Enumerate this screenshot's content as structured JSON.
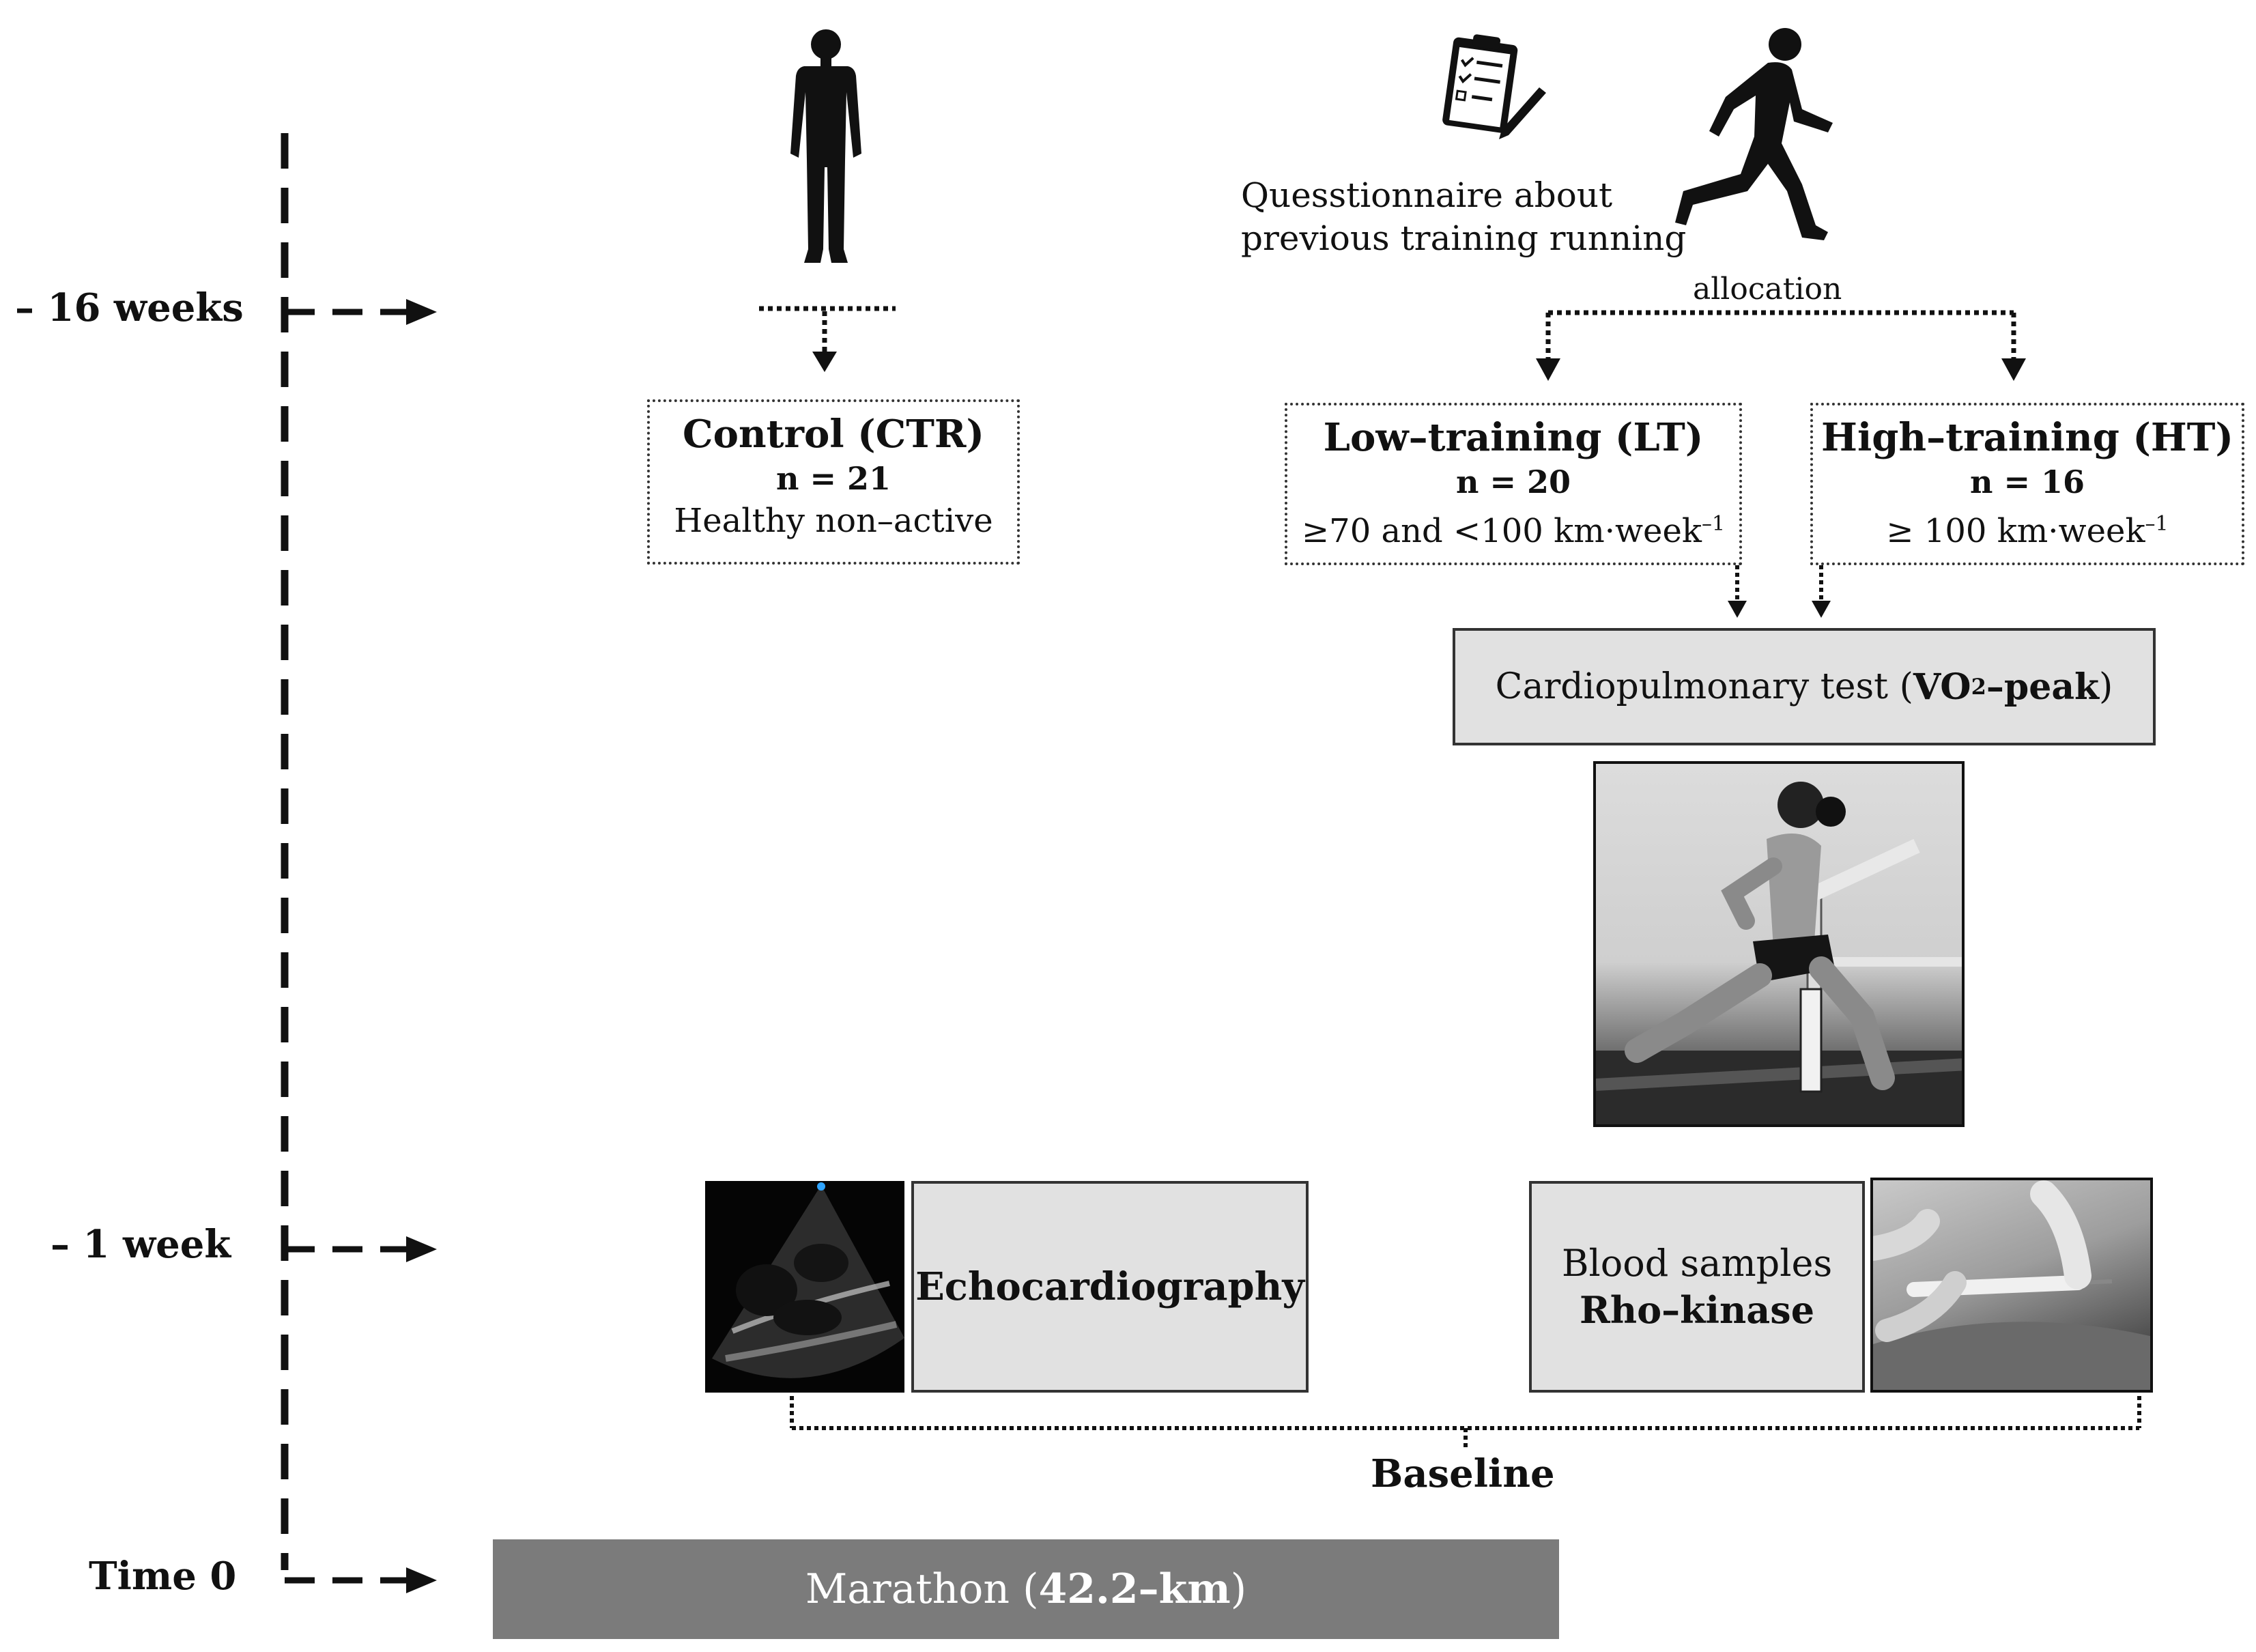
{
  "timeline": {
    "marks": [
      {
        "label": "– 16 weeks"
      },
      {
        "label": "– 1 week"
      },
      {
        "label": "Time 0"
      }
    ]
  },
  "intro": {
    "questionnaire_line1": "Quesstionnaire about",
    "questionnaire_line2": "previous training running",
    "allocation": "allocation"
  },
  "groups": {
    "control": {
      "title": "Control (CTR)",
      "n": "n = 21",
      "desc": "Healthy non–active"
    },
    "low": {
      "title": "Low–training (LT)",
      "n": "n = 20",
      "desc": "≥70 and <100 km·week",
      "sup": "–1"
    },
    "high": {
      "title": "High–training (HT)",
      "n": "n = 16",
      "desc": "≥ 100 km·week",
      "sup": "–1"
    }
  },
  "tests": {
    "cardio": {
      "prefix": "Cardiopulmonary test (",
      "bold_a": "VO",
      "sub": "2",
      "bold_b": "–peak",
      "suffix": ")"
    },
    "echo": "Echocardiography",
    "blood_line1": "Blood  samples",
    "blood_line2": "Rho–kinase",
    "baseline": "Baseline"
  },
  "marathon": {
    "prefix": "Marathon (",
    "bold": "42.2–km",
    "suffix": ")"
  },
  "colors": {
    "line": "#111111",
    "box_fill": "#e1e1e1",
    "marathon_fill": "#7b7b7b",
    "marathon_text": "#ffffff"
  },
  "icons": [
    "standing-person-icon",
    "clipboard-checklist-icon",
    "runner-icon",
    "treadmill-test-photo",
    "echocardiogram-photo",
    "blood-sample-photo"
  ]
}
